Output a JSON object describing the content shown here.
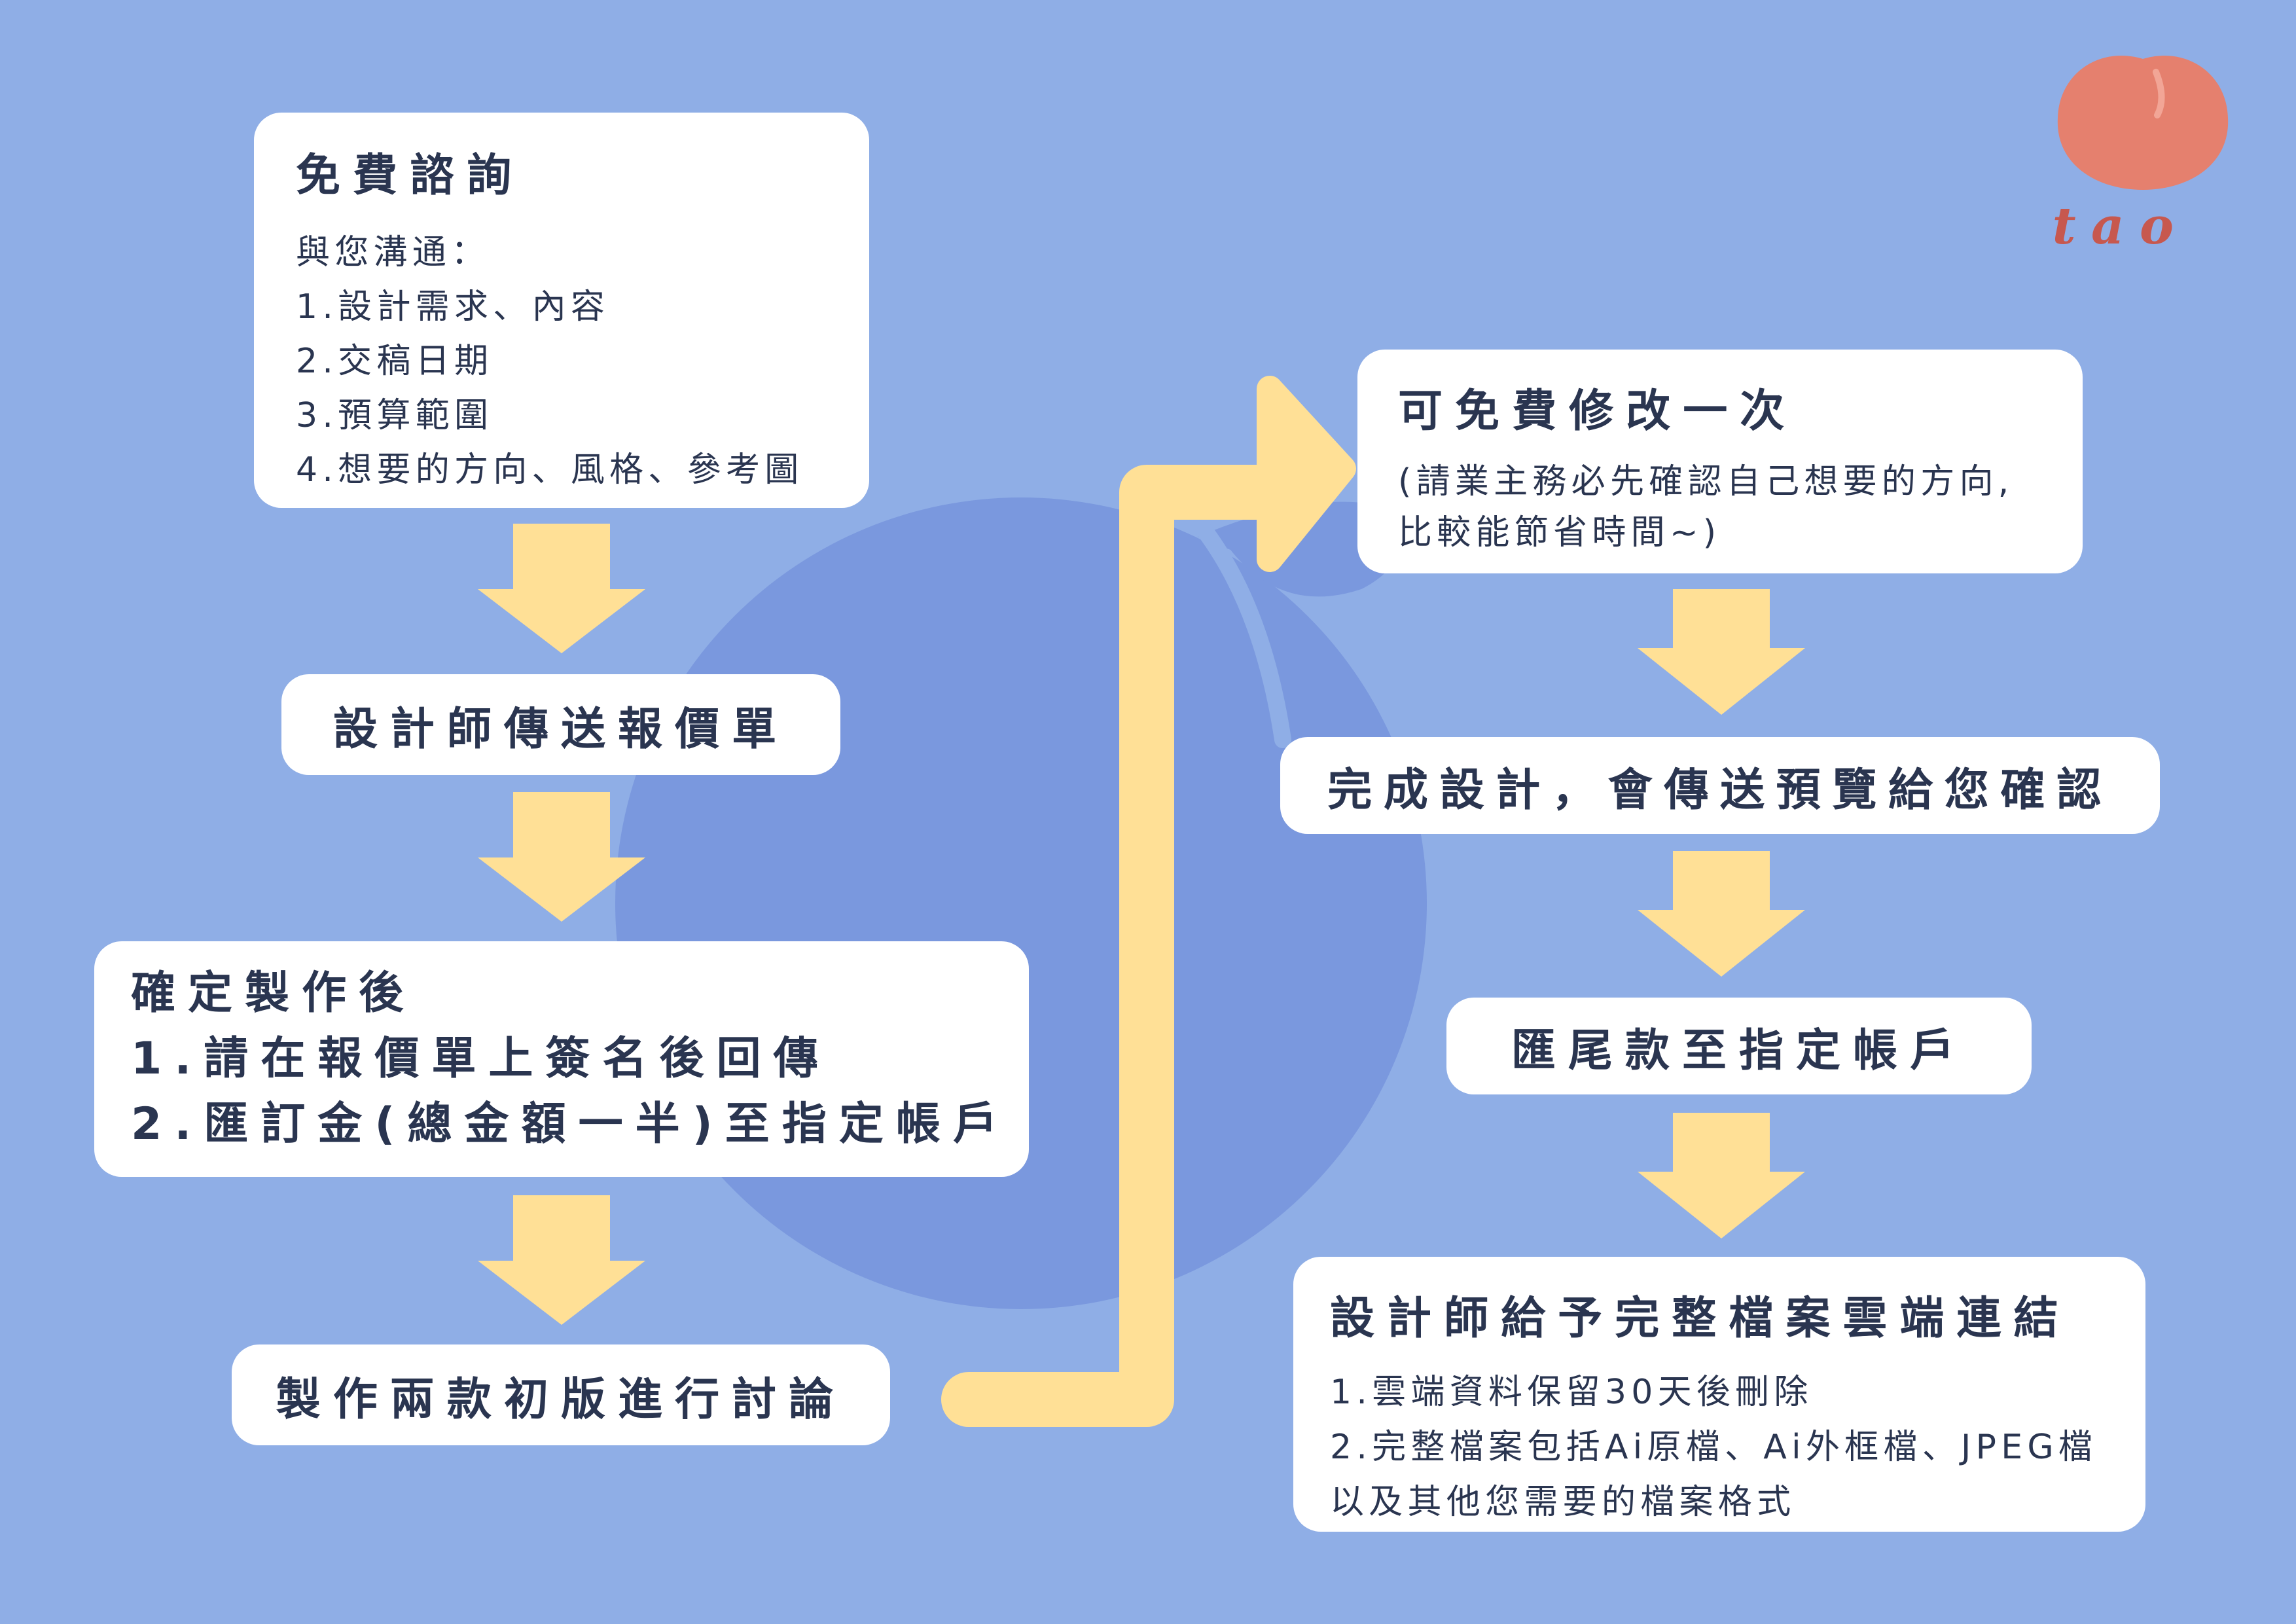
{
  "colors": {
    "background": "#8FAEE6",
    "circle": "#7A98DE",
    "arrow": "#FFE096",
    "box": "#FFFFFF",
    "text": "#2A3550",
    "logo": "#E5806E",
    "logo_text": "#C7584E"
  },
  "logo": {
    "text": "tao"
  },
  "steps": {
    "consult": {
      "title": "免費諮詢",
      "lines": [
        "與您溝通：",
        "1.設計需求、內容",
        "2.交稿日期",
        "3.預算範圍",
        "4.想要的方向、風格、參考圖"
      ]
    },
    "quote": {
      "title": "設計師傳送報價單"
    },
    "confirm": {
      "lines": [
        "確定製作後",
        "1.請在報價單上簽名後回傳",
        "2.匯訂金(總金額一半)至指定帳戶"
      ]
    },
    "drafts": {
      "title": "製作兩款初版進行討論"
    },
    "revise": {
      "title": "可免費修改一次",
      "lines": [
        "(請業主務必先確認自己想要的方向,",
        "比較能節省時間~)"
      ]
    },
    "complete": {
      "title": "完成設計，會傳送預覽給您確認"
    },
    "payment": {
      "title": "匯尾款至指定帳戶"
    },
    "deliver": {
      "title": "設計師給予完整檔案雲端連結",
      "lines": [
        "1.雲端資料保留30天後刪除",
        "2.完整檔案包括Ai原檔、Ai外框檔、JPEG檔",
        "以及其他您需要的檔案格式"
      ]
    }
  }
}
